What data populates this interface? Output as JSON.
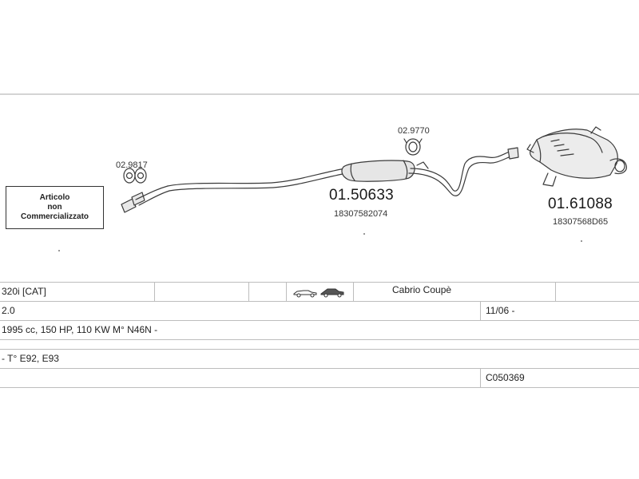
{
  "diagram": {
    "note": {
      "line1": "Articolo",
      "line2": "non",
      "line3": "Commercializzato"
    },
    "parts": [
      {
        "number": "02.9817"
      },
      {
        "number": "01.50633",
        "oem": "18307582074"
      },
      {
        "number": "02.9770"
      },
      {
        "number": "01.61088",
        "oem": "18307568D65"
      }
    ]
  },
  "vehicle_table": {
    "model": "320i [CAT]",
    "body": "Cabrio Coupè",
    "engine": "2.0",
    "date": "11/06 -",
    "specs": "1995 cc, 150 HP, 110 KW M° N46N -",
    "type": "- T° E92, E93",
    "code": "C050369"
  },
  "colors": {
    "line": "#bdbdbd",
    "ink": "#3a3a3a",
    "fill": "#e8e8e8"
  }
}
